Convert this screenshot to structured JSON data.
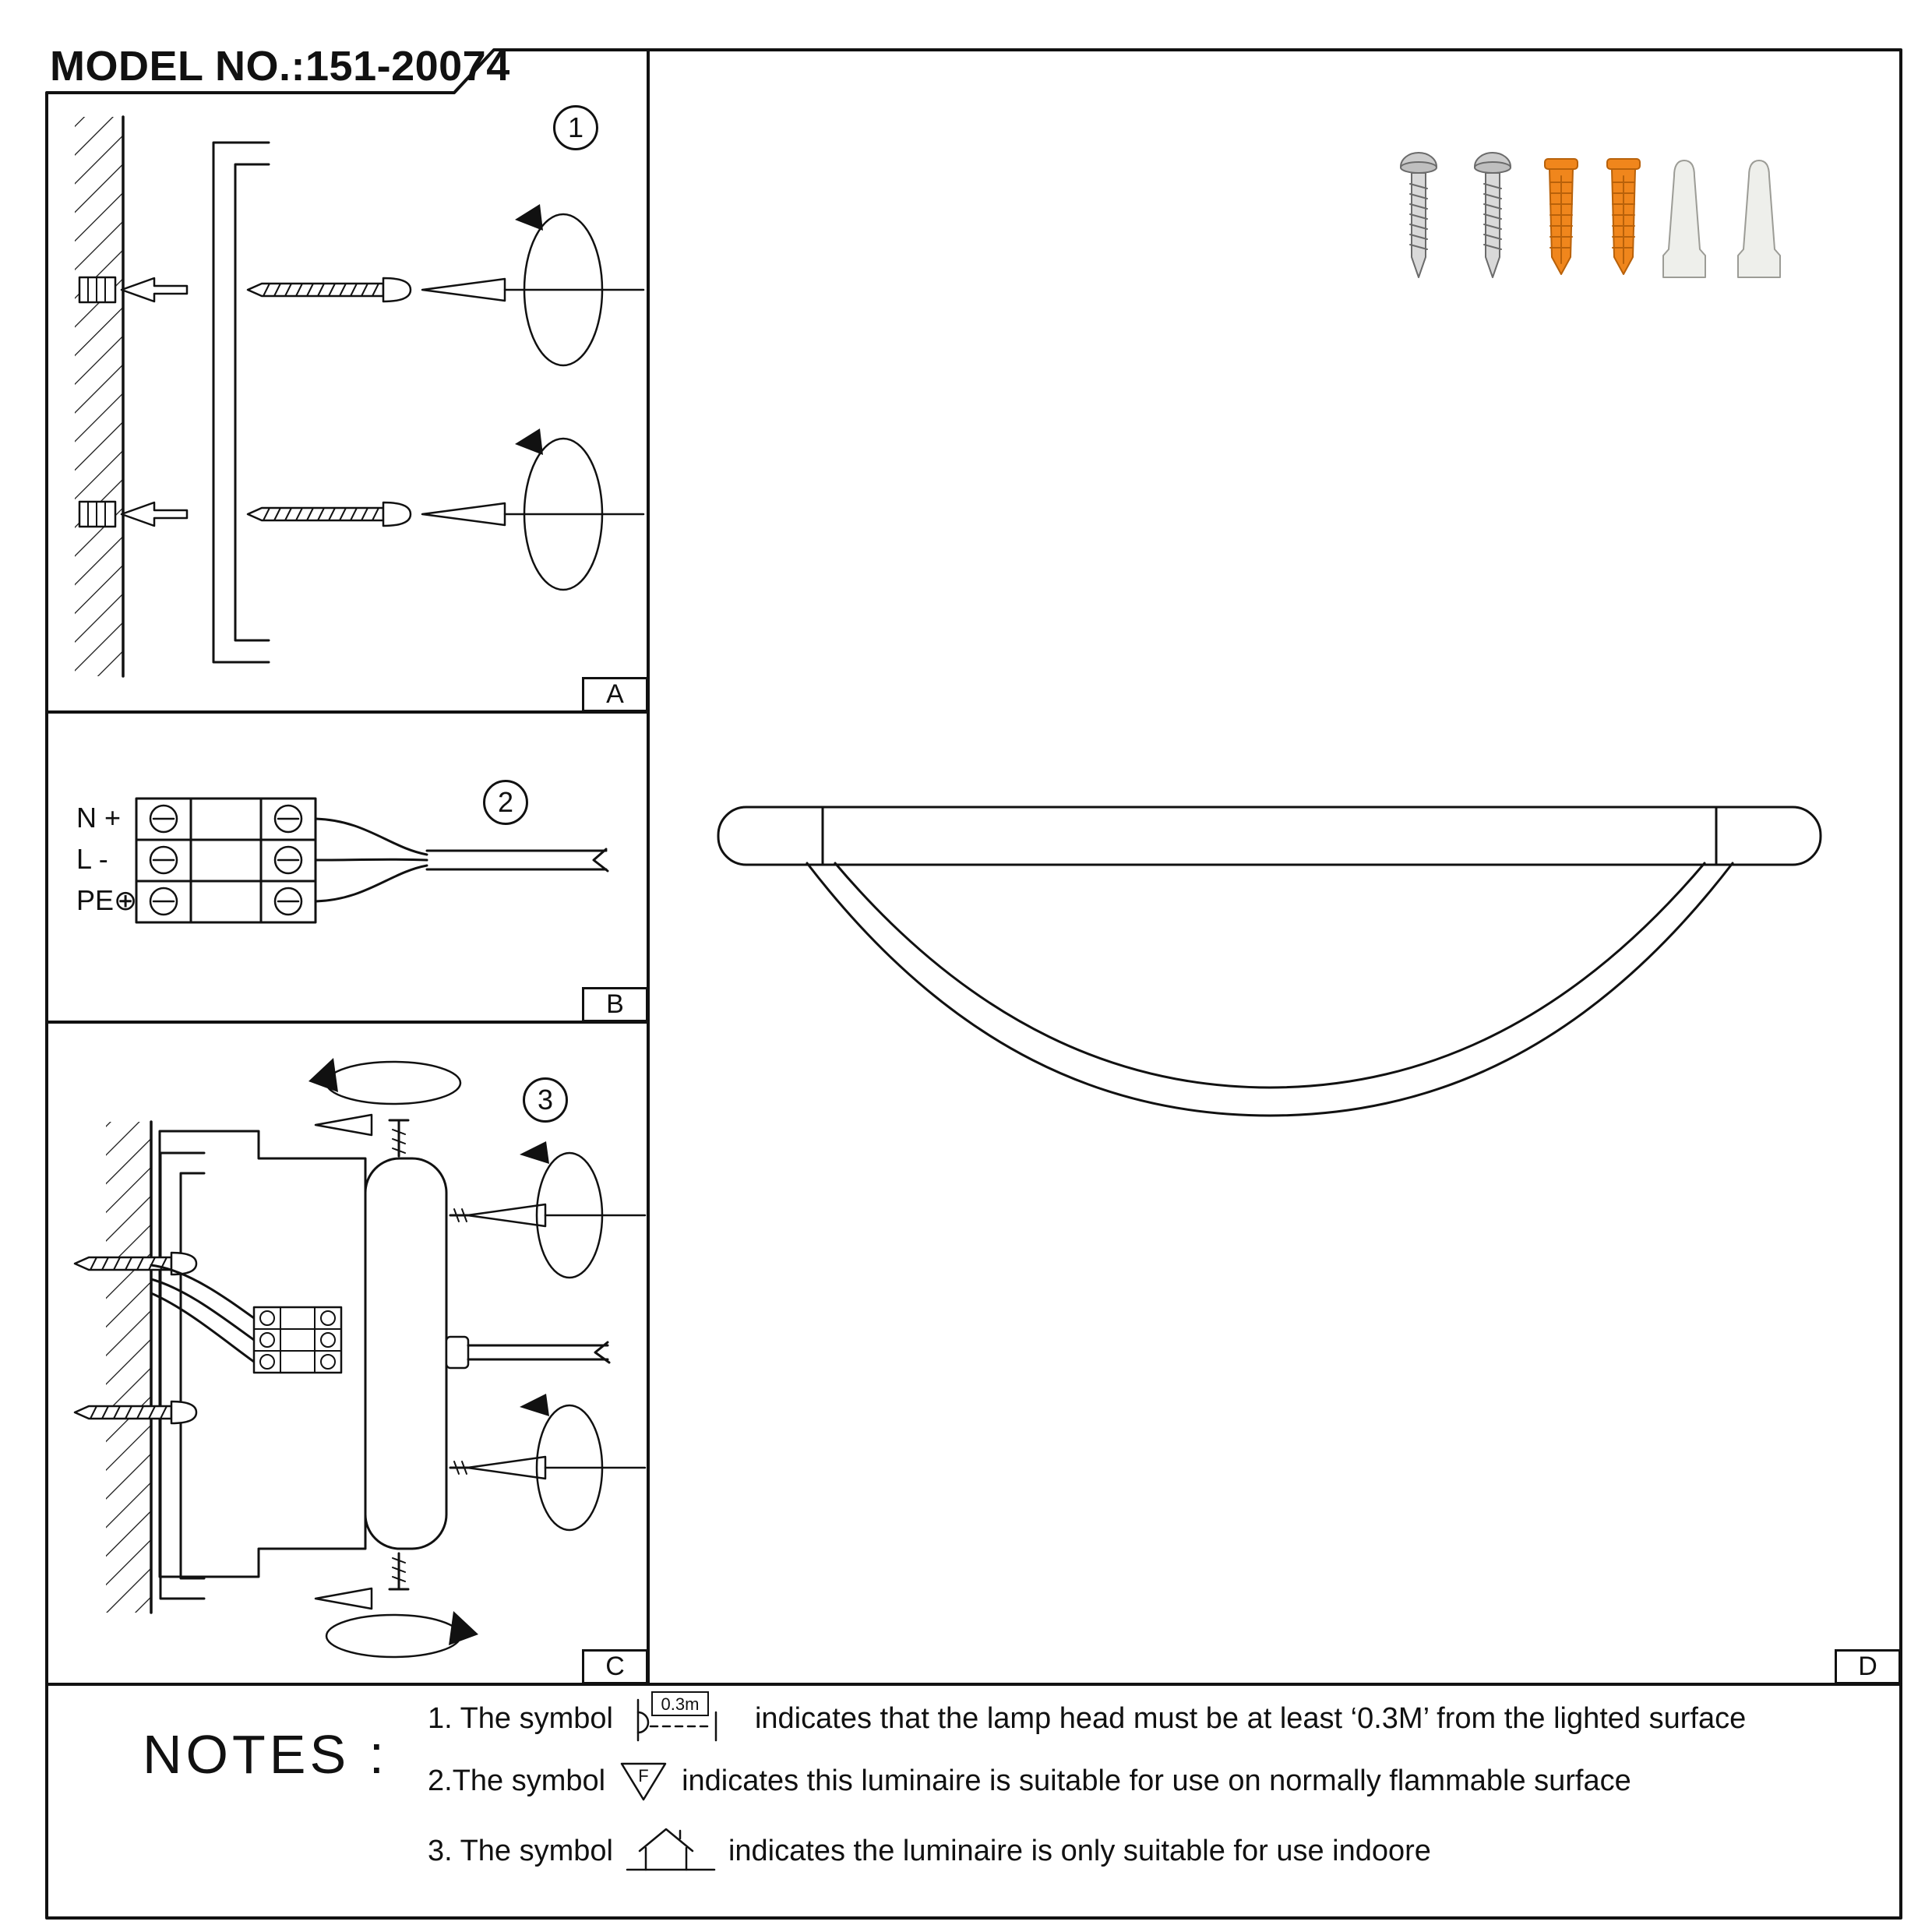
{
  "doc": {
    "model_label": "MODEL NO.:151-20074"
  },
  "panel_a": {
    "step_number": "1",
    "corner_label": "A"
  },
  "panel_b": {
    "step_number": "2",
    "corner_label": "B",
    "terminal_labels": [
      "N +",
      "L -",
      "PE⊕"
    ]
  },
  "panel_c": {
    "step_number": "3",
    "corner_label": "C"
  },
  "panel_d": {
    "corner_label": "D"
  },
  "hardware": {
    "plug_color": "#f0861c",
    "connector_color": "#eeefeb",
    "screw_color": "#d9d9d9"
  },
  "notes": {
    "title": "NOTES :",
    "items": [
      {
        "prefix": "1. The symbol",
        "icon_label": "0.3m",
        "suffix": "indicates that the lamp head must be at least ‘0.3M’ from the lighted surface"
      },
      {
        "prefix": "2.The symbol",
        "icon_label": "F",
        "suffix": "indicates this luminaire is suitable for use on normally flammable surface"
      },
      {
        "prefix": "3. The symbol",
        "suffix": "indicates the luminaire is only suitable for use indoore"
      }
    ]
  }
}
